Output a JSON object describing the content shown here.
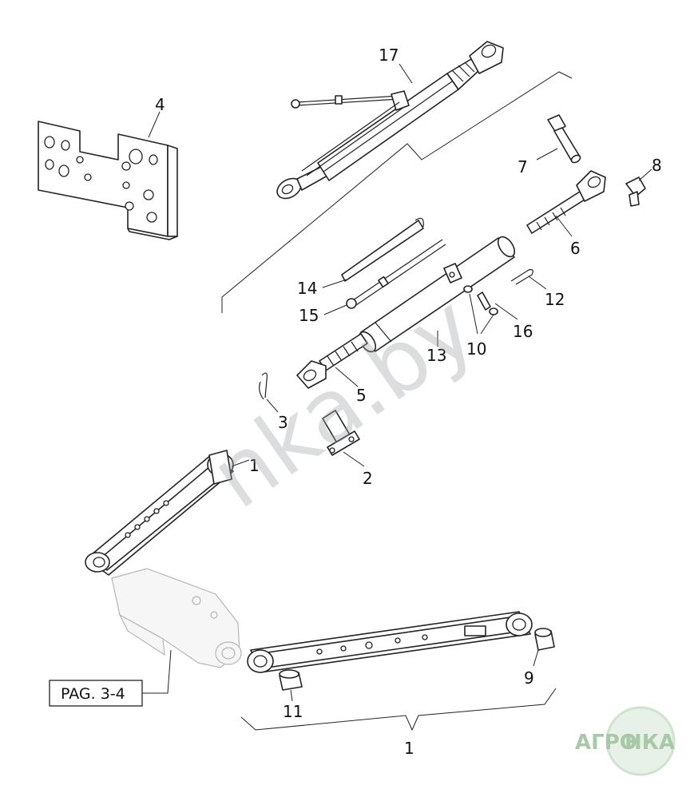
{
  "diagram": {
    "part_labels": {
      "p1_upper": "1",
      "p1_bracket": "1",
      "p2": "2",
      "p3": "3",
      "p4": "4",
      "p5": "5",
      "p6": "6",
      "p7": "7",
      "p8": "8",
      "p9": "9",
      "p10": "10",
      "p11": "11",
      "p12": "12",
      "p13": "13",
      "p14": "14",
      "p15": "15",
      "p16": "16",
      "p17": "17"
    },
    "reference_box": "PAG. 3-4",
    "watermark": "nka.by",
    "logo": {
      "left": "АГРО",
      "right": "НКА"
    },
    "colors": {
      "line": "#222222",
      "watermark": "#9aa0a6",
      "logo_circle": "#cfe3cf",
      "logo_text": "#a8c9a8"
    }
  }
}
